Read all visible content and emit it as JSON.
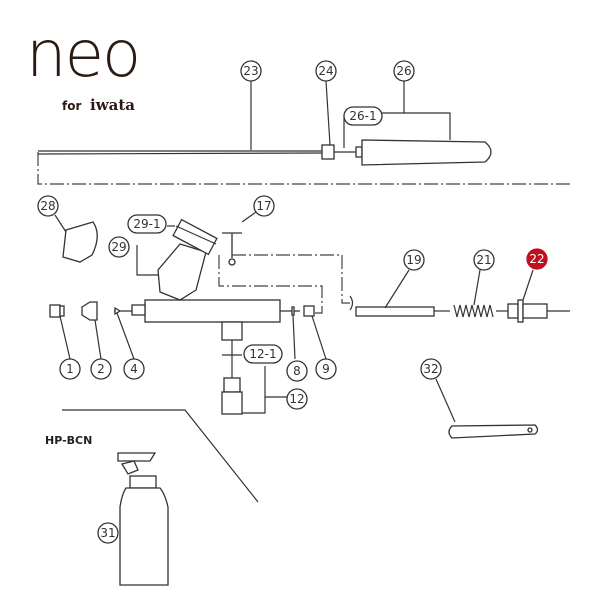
{
  "logo": {
    "main": "neo",
    "sub_prefix": "for",
    "sub_brand": "iwata"
  },
  "set_label": "HP-BCN",
  "callouts": {
    "c1": "1",
    "c2": "2",
    "c4": "4",
    "c8": "8",
    "c9": "9",
    "c12": "12",
    "c12_1": "12-1",
    "c17": "17",
    "c19": "19",
    "c21": "21",
    "c22": "22",
    "c23": "23",
    "c24": "24",
    "c26": "26",
    "c26_1": "26-1",
    "c28": "28",
    "c29": "29",
    "c29_1": "29-1",
    "c31": "31",
    "c32": "32"
  },
  "highlight_part": "22",
  "colors": {
    "highlight": "#c0101f",
    "line": "#333333"
  }
}
